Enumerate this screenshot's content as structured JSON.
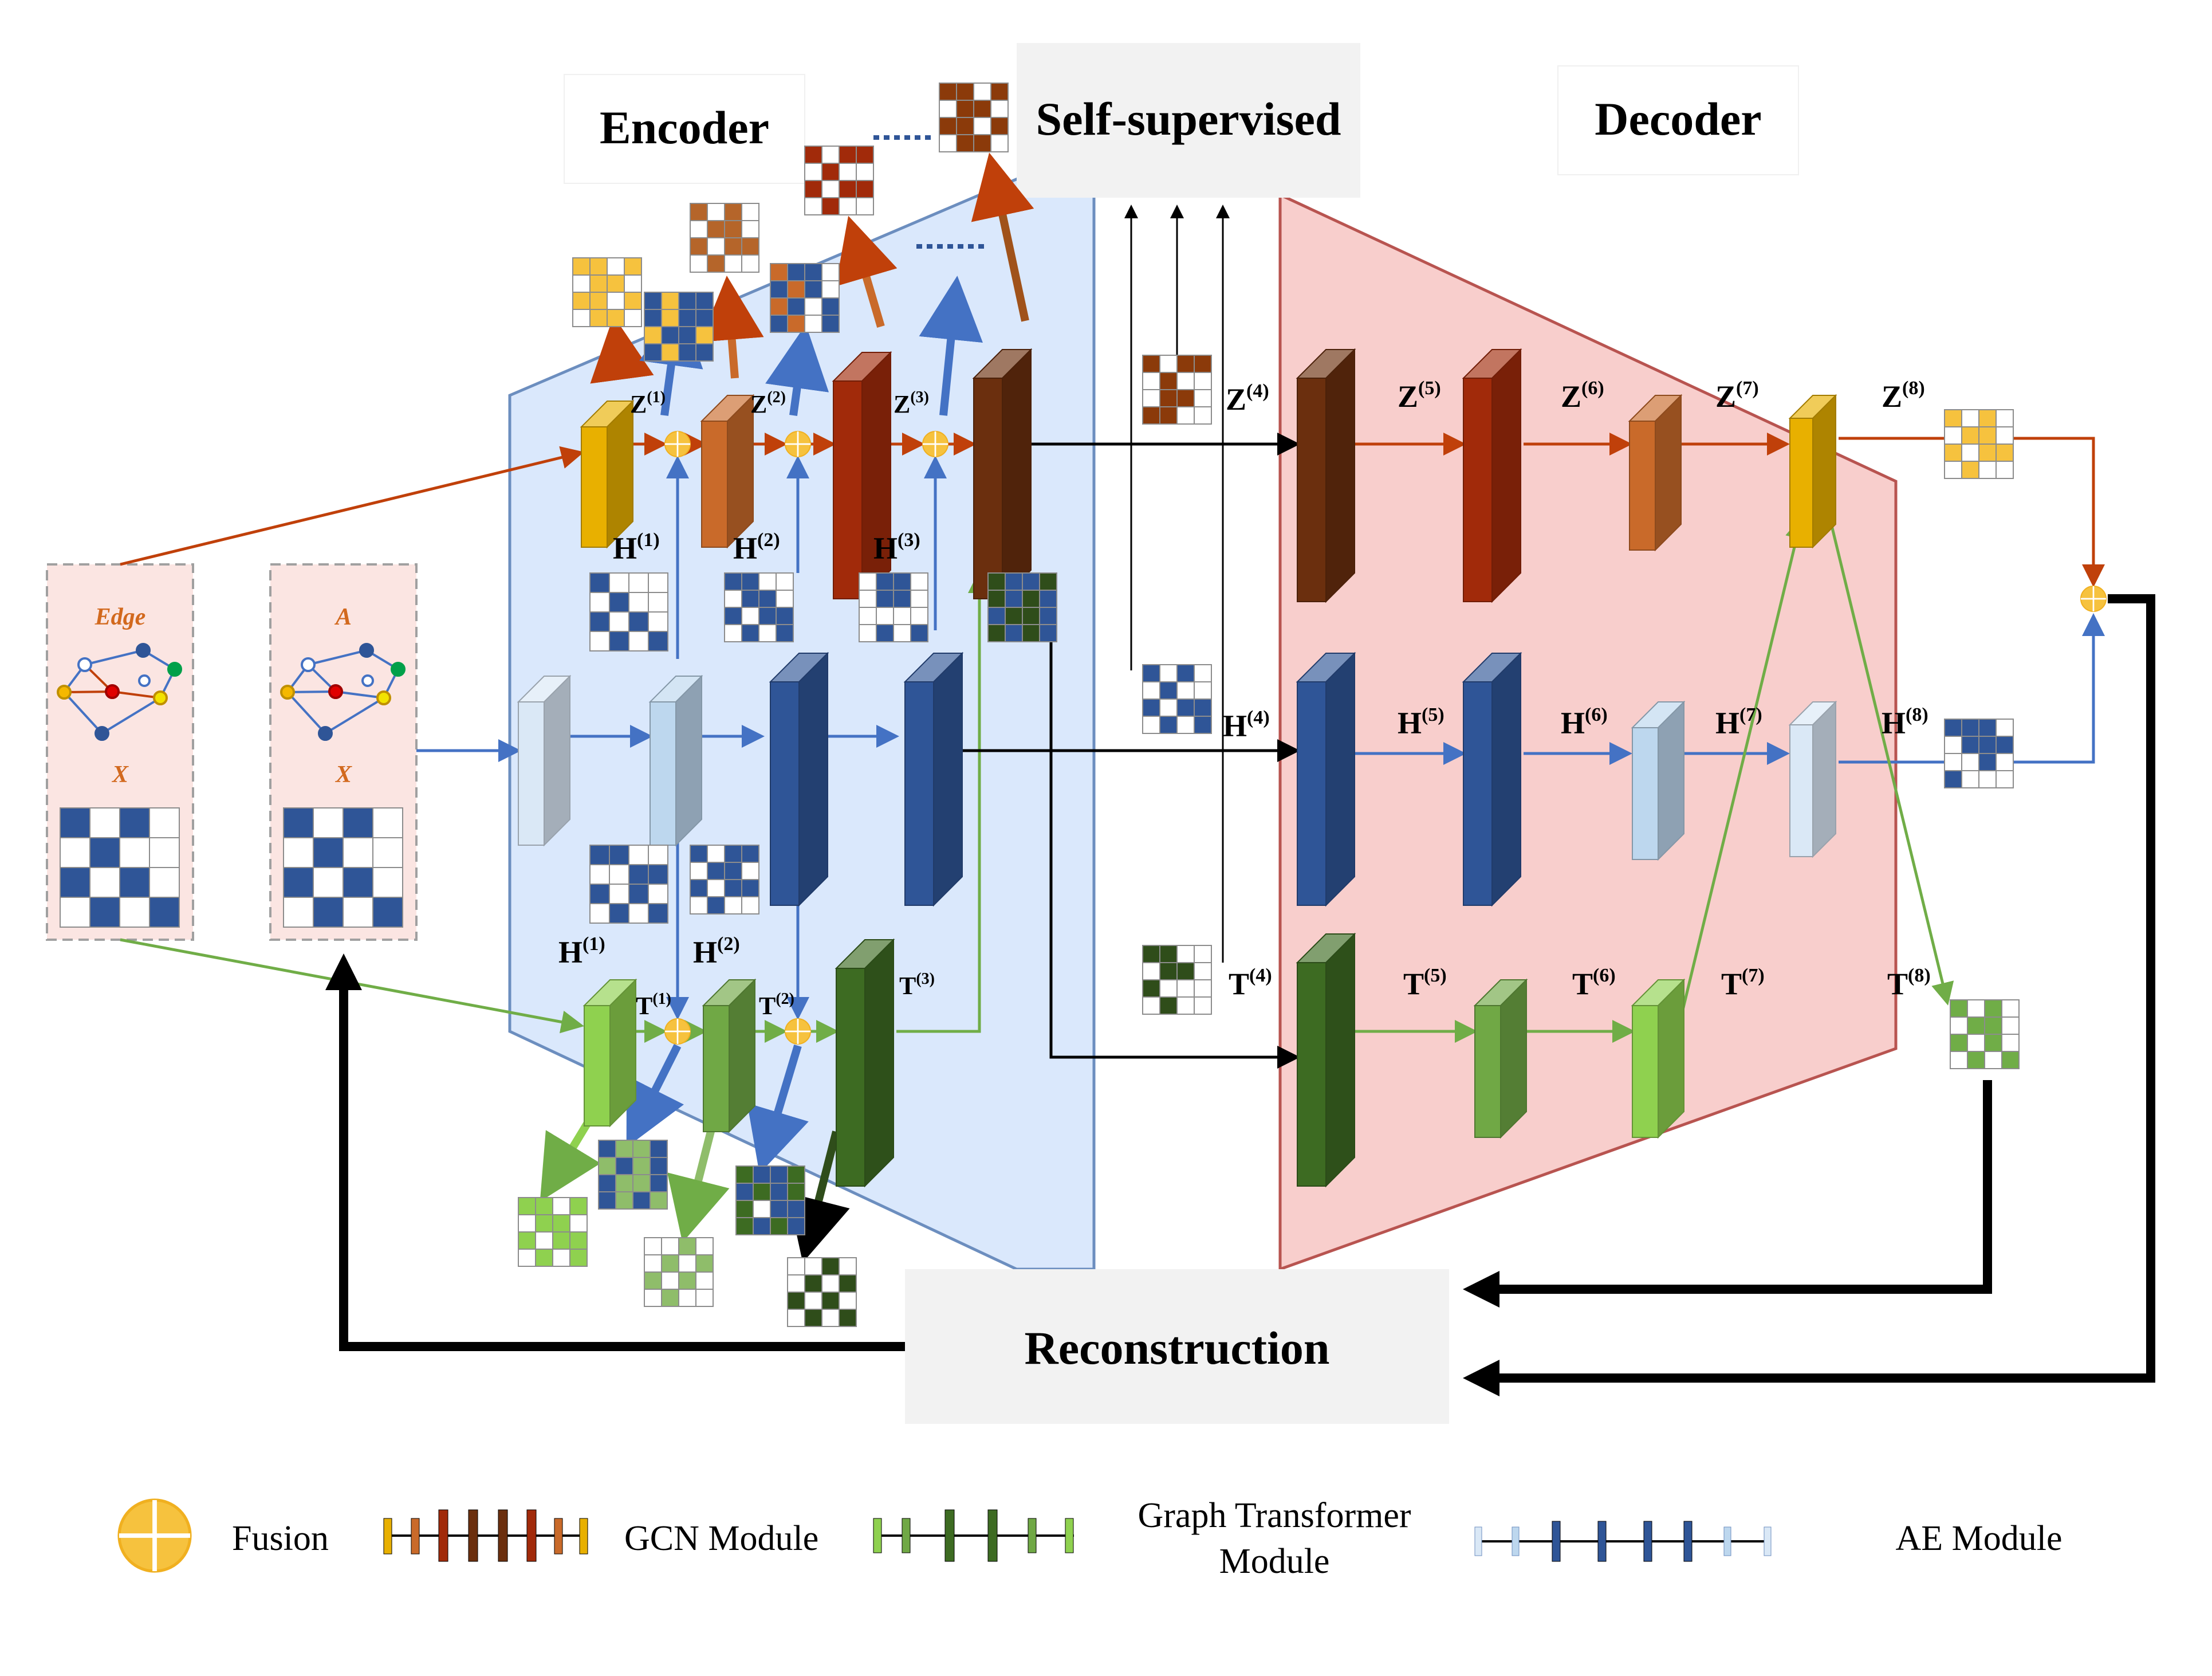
{
  "titles": {
    "encoder": "Encoder",
    "self_supervised": "Self-supervised",
    "decoder": "Decoder",
    "reconstruction": "Reconstruction"
  },
  "inputs": {
    "edge_panel": {
      "top_label": "Edge",
      "bottom_label": "X"
    },
    "adj_panel": {
      "top_label": "A",
      "bottom_label": "X"
    }
  },
  "encoder_labels": {
    "z": [
      {
        "base": "Z",
        "sup": "(1)"
      },
      {
        "base": "Z",
        "sup": "(2)"
      },
      {
        "base": "Z",
        "sup": "(3)"
      }
    ],
    "h": [
      {
        "base": "H",
        "sup": "(1)"
      },
      {
        "base": "H",
        "sup": "(2)"
      },
      {
        "base": "H",
        "sup": "(3)"
      }
    ],
    "h_bottom": [
      {
        "base": "H",
        "sup": "(1)"
      },
      {
        "base": "H",
        "sup": "(2)"
      }
    ],
    "t": [
      {
        "base": "T",
        "sup": "(1)"
      },
      {
        "base": "T",
        "sup": "(2)"
      },
      {
        "base": "T",
        "sup": "(3)"
      }
    ]
  },
  "latent_labels": {
    "z": {
      "base": "Z",
      "sup": "(4)"
    },
    "h": {
      "base": "H",
      "sup": "(4)"
    },
    "t": {
      "base": "T",
      "sup": "(4)"
    }
  },
  "decoder_labels": {
    "z": [
      {
        "base": "Z",
        "sup": "(5)"
      },
      {
        "base": "Z",
        "sup": "(6)"
      },
      {
        "base": "Z",
        "sup": "(7)"
      },
      {
        "base": "Z",
        "sup": "(8)"
      }
    ],
    "h": [
      {
        "base": "H",
        "sup": "(5)"
      },
      {
        "base": "H",
        "sup": "(6)"
      },
      {
        "base": "H",
        "sup": "(7)"
      },
      {
        "base": "H",
        "sup": "(8)"
      }
    ],
    "t": [
      {
        "base": "T",
        "sup": "(5)"
      },
      {
        "base": "T",
        "sup": "(6)"
      },
      {
        "base": "T",
        "sup": "(7)"
      },
      {
        "base": "T",
        "sup": "(8)"
      }
    ]
  },
  "legend": {
    "fusion": "Fusion",
    "gcn": "GCN Module",
    "transformer_line1": "Graph Transformer",
    "transformer_line2": "Module",
    "ae": "AE Module"
  },
  "colors": {
    "encoder_bg": "#dae8fc",
    "encoder_border": "#6c8ebf",
    "decoder_bg": "#f8cecc",
    "decoder_border": "#b85450",
    "label_box": "#f2f2f2",
    "gcn_dark": "#6b2f0e",
    "gcn_red": "#a12a0a",
    "gcn_orange": "#c96a2a",
    "gcn_yellow": "#e8b000",
    "ae_dark": "#2f5597",
    "ae_light": "#bdd7ee",
    "gt_dark": "#3d6b22",
    "gt_mid": "#70a845",
    "gt_light": "#8fd14f",
    "fusion": "#f6c23e",
    "arrow_orange": "#c0400a",
    "arrow_blue": "#4472c4",
    "arrow_green": "#70ad47",
    "arrow_black": "#000000"
  }
}
